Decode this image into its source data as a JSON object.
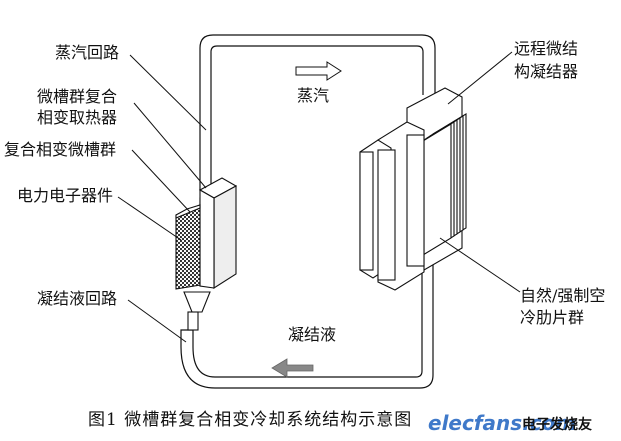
{
  "labels": {
    "vapor_loop": "蒸汽回路",
    "heat_absorber_line1": "微槽群复合",
    "heat_absorber_line2": "相变取热器",
    "microgroove": "复合相变微槽群",
    "electronics": "电力电子器件",
    "condensate_loop": "凝结液回路",
    "remote_condenser_line1": "远程微结",
    "remote_condenser_line2": "构凝结器",
    "fins_line1": "自然/强制空",
    "fins_line2": "冷肋片群",
    "vapor": "蒸汽",
    "condensate": "凝结液"
  },
  "caption": "图1  微槽群复合相变冷却系统结构示意图",
  "watermark": {
    "site": "elecfans.com",
    "brand": "电子发烧友"
  },
  "colors": {
    "line": "#111111",
    "arrow": "#808080",
    "watermark": "#3f79c9"
  }
}
